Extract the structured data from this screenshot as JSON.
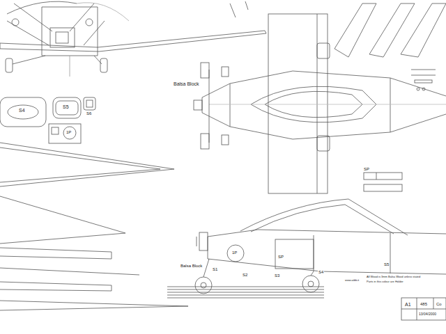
{
  "diagram": {
    "labels": [
      "Balsa Block",
      "S4",
      "S5",
      "S6",
      "1P",
      "SP",
      "Balsa Block",
      "S1",
      "1P",
      "SP",
      "S2",
      "S3",
      "S4",
      "S5",
      "All Wood is 3mm Balsa Wood unless stated",
      "Parts in this colour are Holder",
      "www.aibb.it",
      "A1",
      "485",
      "13/04/2000",
      "Co"
    ]
  }
}
